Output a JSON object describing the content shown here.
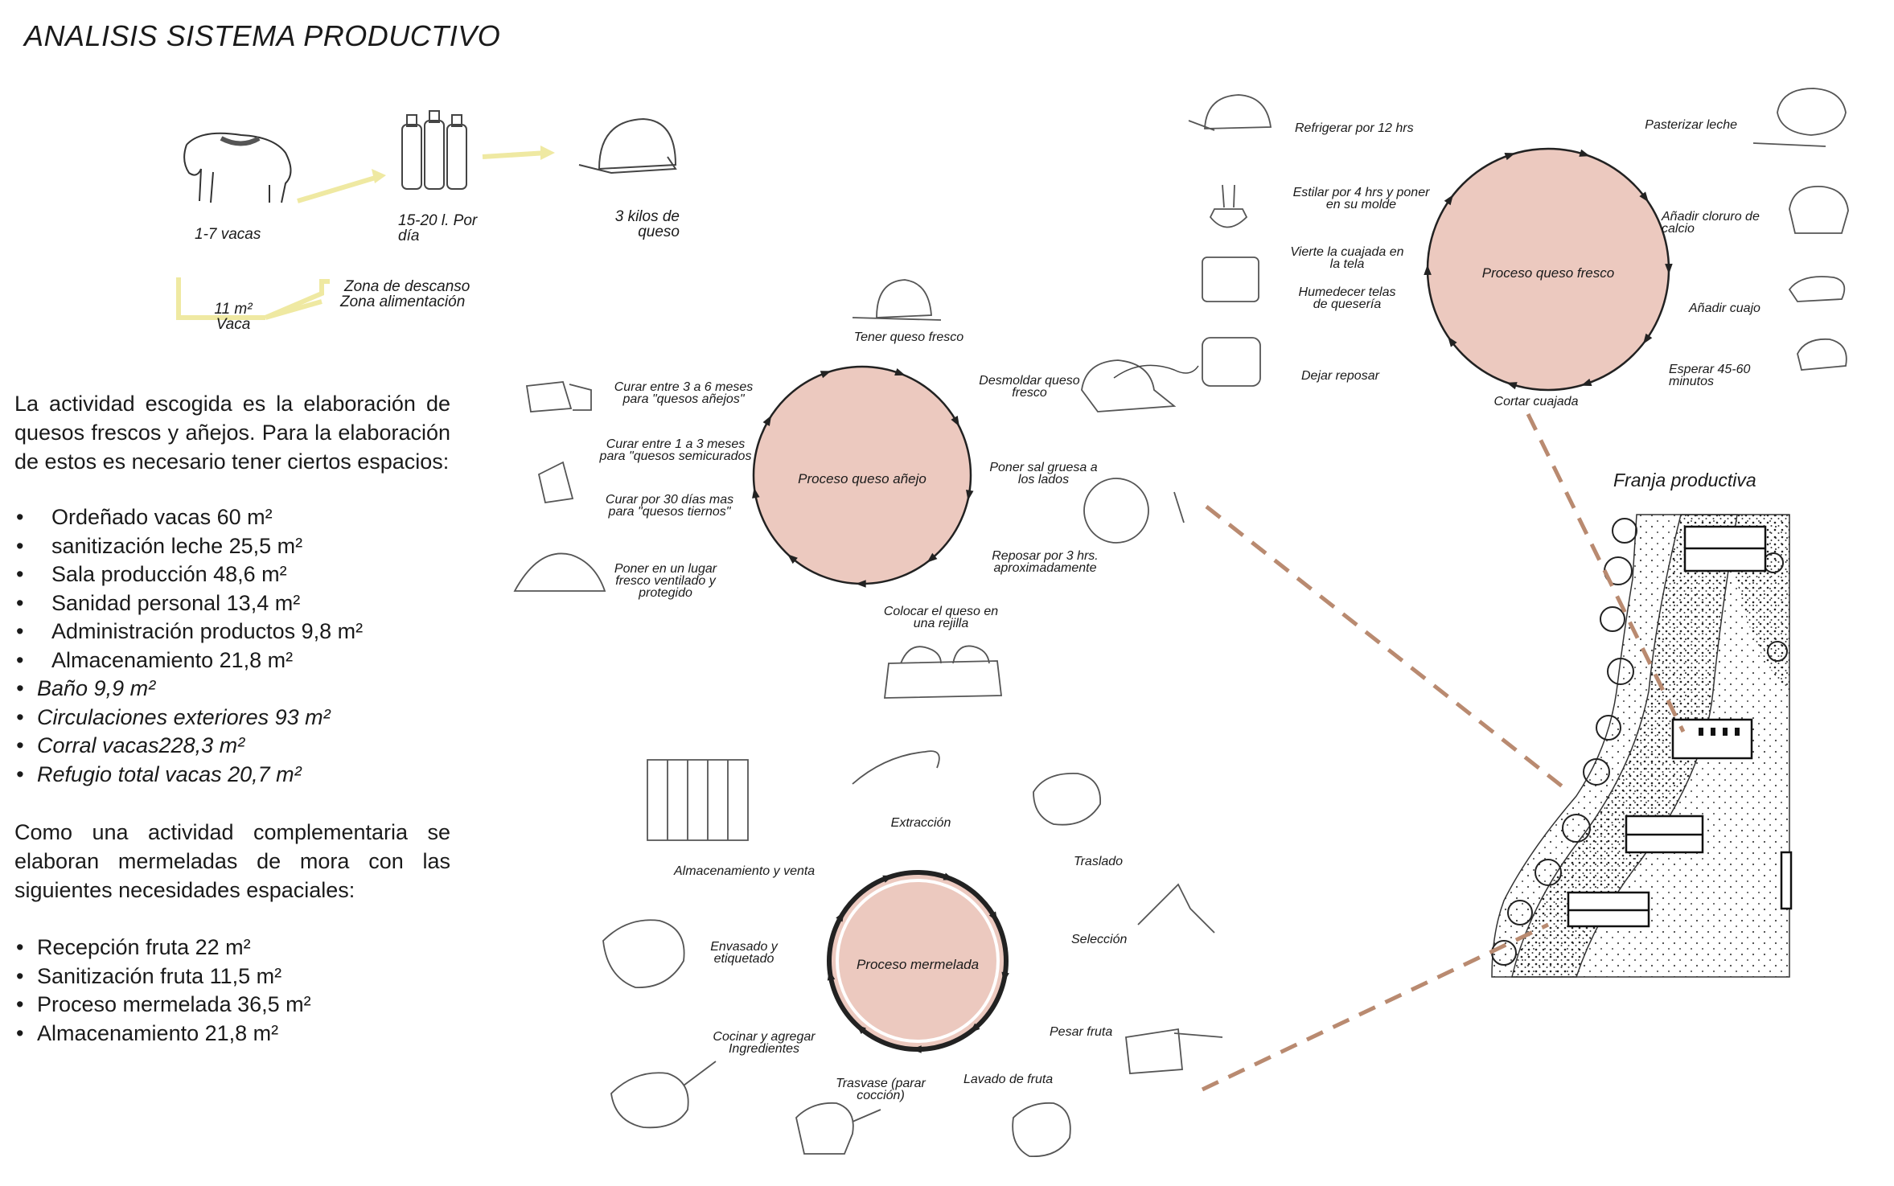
{
  "title": "ANALISIS SISTEMA PRODUCTIVO",
  "flow": {
    "cows": "1-7 vacas",
    "milk": "15-20 l. Por día",
    "cheese": "3 kilos de queso",
    "area": "11 m² Vaca",
    "rest_zone": "Zona de descanso",
    "feed_zone": "Zona alimentación"
  },
  "intro": "La actividad escogida es la elaboración de quesos frescos y añejos. Para la elaboración de estos  es necesario tener ciertos espacios:",
  "cheese_spaces": [
    {
      "text": "Ordeñado vacas  60 m²",
      "italic": false
    },
    {
      "text": " sanitización leche  25,5 m²",
      "italic": false
    },
    {
      "text": "Sala producción 48,6 m²",
      "italic": false
    },
    {
      "text": "Sanidad personal 13,4 m²",
      "italic": false
    },
    {
      "text": "Administración productos  9,8 m²",
      "italic": false
    },
    {
      "text": "Almacenamiento 21,8 m²",
      "italic": false
    }
  ],
  "cheese_spaces_extra": [
    "Baño 9,9 m²",
    "Circulaciones exteriores 93 m²",
    "Corral vacas228,3 m²",
    "Refugio total vacas 20,7 m²"
  ],
  "complement": "Como una actividad complementaria se elaboran mermeladas de mora con las siguientes necesidades espaciales:",
  "jam_spaces": [
    "Recepción fruta  22 m²",
    "Sanitización fruta 11,5 m²",
    "Proceso mermelada 36,5 m²",
    "Almacenamiento 21,8 m²"
  ],
  "cycle_anejo": {
    "center": "Proceso queso añejo",
    "steps": [
      "Tener queso fresco",
      "Desmoldar queso fresco",
      "Poner sal gruesa a los lados",
      "Reposar por 3 hrs. aproximadamente",
      "Colocar el queso en una rejilla",
      "Poner en un lugar fresco ventilado y protegido",
      "Curar por 30 días mas para \"quesos tiernos\"",
      "Curar entre 1 a 3 meses para \"quesos semicurados",
      "Curar entre 3 a 6 meses para \"quesos añejos\""
    ]
  },
  "cycle_fresco": {
    "center": "Proceso queso fresco",
    "steps": [
      "Pasterizar leche",
      "Añadir cloruro de calcio",
      "Añadir cuajo",
      "Esperar 45-60 minutos",
      "Cortar cuajada",
      "Dejar reposar",
      "Humedecer telas de quesería",
      "Vierte la cuajada en la tela",
      "Estilar por 4 hrs y poner en su molde",
      "Refrigerar por 12 hrs"
    ]
  },
  "cycle_mermelada": {
    "center": "Proceso mermelada",
    "steps": [
      "Extracción",
      "Traslado",
      "Selección",
      "Pesar fruta",
      "Lavado de fruta",
      "Trasvase (parar cocción)",
      "Cocinar y agregar Ingredientes",
      "Envasado y etiquetado",
      "Almacenamiento y venta"
    ]
  },
  "map_title": "Franja productiva",
  "colors": {
    "circle_fill": "#ecc9bf",
    "dash_line": "#b98a70",
    "arrow_yellow": "#efe9a2"
  }
}
